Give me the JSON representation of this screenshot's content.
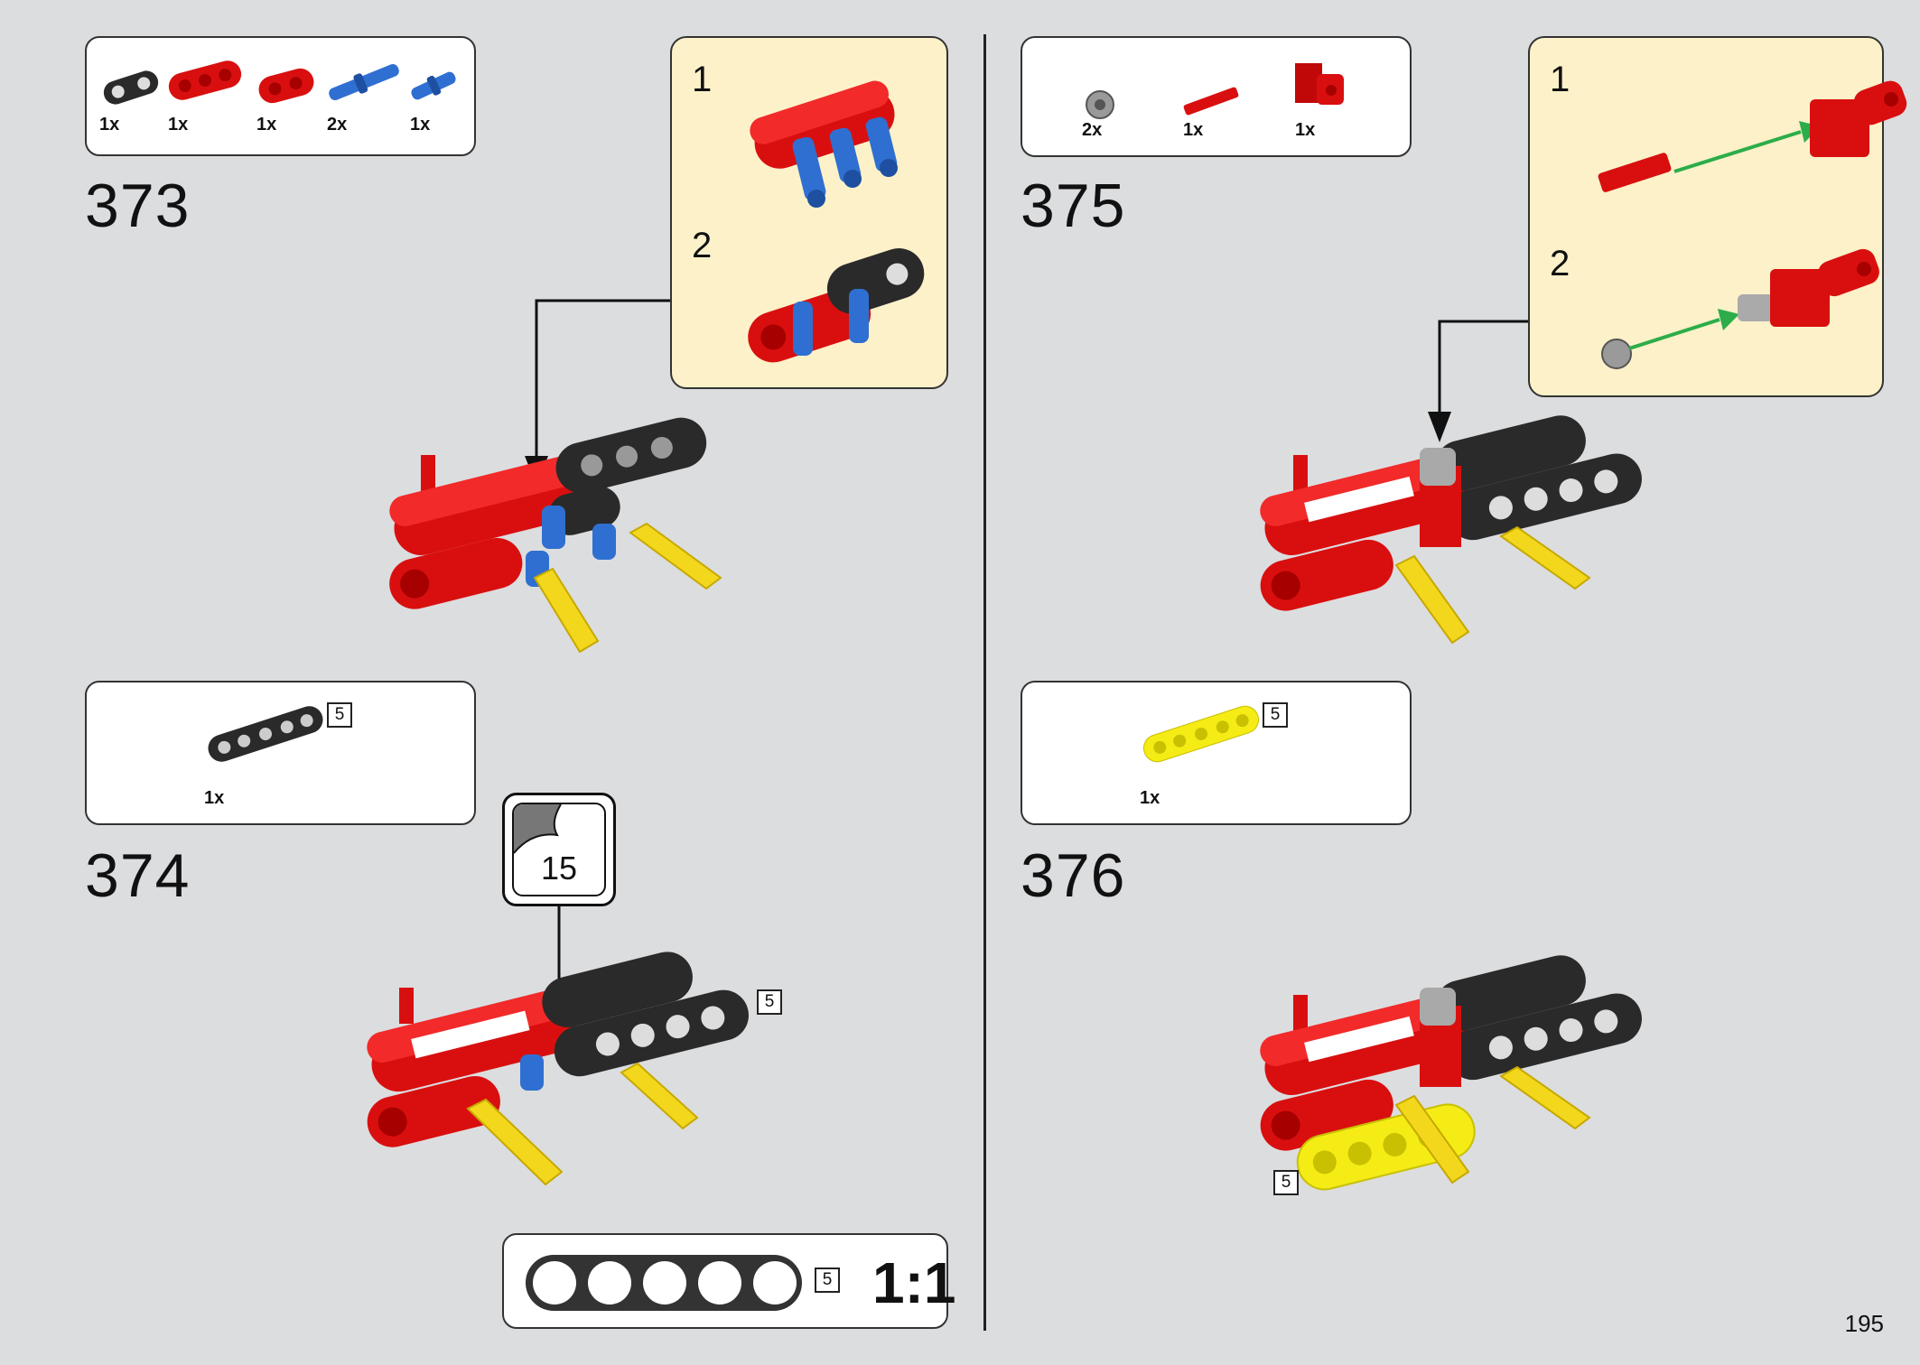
{
  "page": {
    "number": "195"
  },
  "steps": [
    {
      "number": "373",
      "parts": [
        {
          "qty": "1x",
          "name": "black-link-2"
        },
        {
          "qty": "1x",
          "name": "red-beam-3"
        },
        {
          "qty": "1x",
          "name": "red-beam-2"
        },
        {
          "qty": "2x",
          "name": "blue-pin-long"
        },
        {
          "qty": "1x",
          "name": "blue-pin"
        }
      ],
      "substeps": [
        "1",
        "2"
      ]
    },
    {
      "number": "374",
      "parts": [
        {
          "qty": "1x",
          "name": "black-beam-5",
          "length": "5"
        }
      ],
      "sticker": "15",
      "callout_length": "5"
    },
    {
      "number": "375",
      "parts": [
        {
          "qty": "2x",
          "name": "grey-bush"
        },
        {
          "qty": "1x",
          "name": "red-axle-3"
        },
        {
          "qty": "1x",
          "name": "red-connector"
        }
      ],
      "substeps": [
        "1",
        "2"
      ]
    },
    {
      "number": "376",
      "parts": [
        {
          "qty": "1x",
          "name": "yellow-beam-5",
          "length": "5"
        }
      ],
      "callout_length": "5"
    }
  ],
  "ruler": {
    "length": "5",
    "scale": "1:1"
  }
}
